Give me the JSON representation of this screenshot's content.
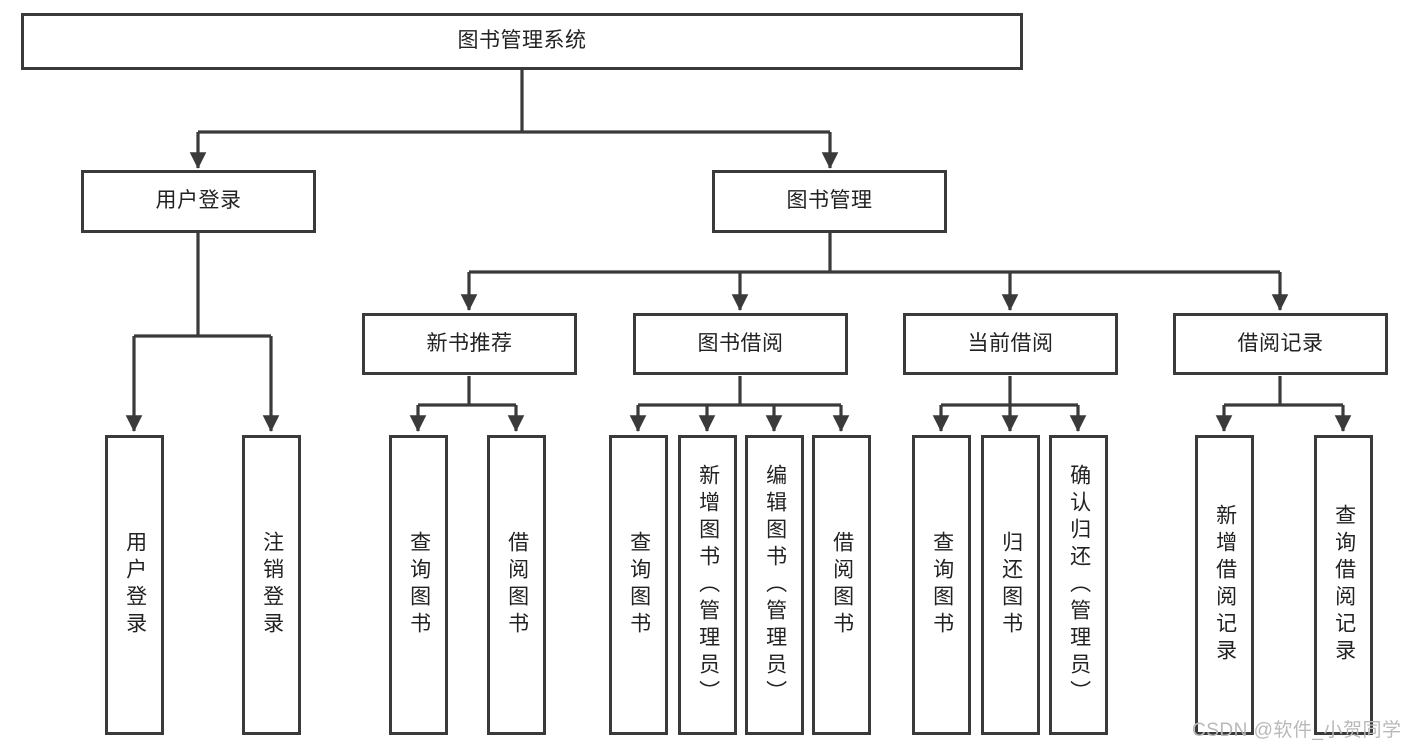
{
  "diagram": {
    "type": "tree",
    "title": "图书管理系统",
    "orientation": "top-down",
    "colors": {
      "box_border": "#3a3a3a",
      "box_fill": "#ffffff",
      "connector": "#3a3a3a",
      "text": "#222222",
      "watermark": "#b9b9b9",
      "background": "#ffffff"
    },
    "nodes": {
      "root": {
        "label": "图书管理系统",
        "level": 0
      },
      "user_login": {
        "label": "用户登录",
        "level": 1
      },
      "book_manage": {
        "label": "图书管理",
        "level": 1
      },
      "new_book_rec": {
        "label": "新书推荐",
        "level": 2
      },
      "book_borrow": {
        "label": "图书借阅",
        "level": 2
      },
      "current_borrow": {
        "label": "当前借阅",
        "level": 2
      },
      "borrow_record": {
        "label": "借阅记录",
        "level": 2
      },
      "leaf_user_login": {
        "label": "用户登录",
        "level": 2
      },
      "leaf_user_logout": {
        "label": "注销登录",
        "level": 2
      },
      "leaf_query_book_1": {
        "label": "查询图书",
        "level": 3
      },
      "leaf_borrow_book_1": {
        "label": "借阅图书",
        "level": 3
      },
      "leaf_query_book_2": {
        "label": "查询图书",
        "level": 3
      },
      "leaf_add_book": {
        "label": "新增图书（管理员）",
        "level": 3
      },
      "leaf_edit_book": {
        "label": "编辑图书（管理员）",
        "level": 3
      },
      "leaf_borrow_book_2": {
        "label": "借阅图书",
        "level": 3
      },
      "leaf_query_book_3": {
        "label": "查询图书",
        "level": 3
      },
      "leaf_return_book": {
        "label": "归还图书",
        "level": 3
      },
      "leaf_confirm_return": {
        "label": "确认归还（管理员）",
        "level": 3
      },
      "leaf_add_record": {
        "label": "新增借阅记录",
        "level": 3
      },
      "leaf_query_record": {
        "label": "查询借阅记录",
        "level": 3
      }
    },
    "edges": [
      {
        "from": "root",
        "to": "user_login"
      },
      {
        "from": "root",
        "to": "book_manage"
      },
      {
        "from": "user_login",
        "to": "leaf_user_login"
      },
      {
        "from": "user_login",
        "to": "leaf_user_logout"
      },
      {
        "from": "book_manage",
        "to": "new_book_rec"
      },
      {
        "from": "book_manage",
        "to": "book_borrow"
      },
      {
        "from": "book_manage",
        "to": "current_borrow"
      },
      {
        "from": "book_manage",
        "to": "borrow_record"
      },
      {
        "from": "new_book_rec",
        "to": "leaf_query_book_1"
      },
      {
        "from": "new_book_rec",
        "to": "leaf_borrow_book_1"
      },
      {
        "from": "book_borrow",
        "to": "leaf_query_book_2"
      },
      {
        "from": "book_borrow",
        "to": "leaf_add_book"
      },
      {
        "from": "book_borrow",
        "to": "leaf_edit_book"
      },
      {
        "from": "book_borrow",
        "to": "leaf_borrow_book_2"
      },
      {
        "from": "current_borrow",
        "to": "leaf_query_book_3"
      },
      {
        "from": "current_borrow",
        "to": "leaf_return_book"
      },
      {
        "from": "current_borrow",
        "to": "leaf_confirm_return"
      },
      {
        "from": "borrow_record",
        "to": "leaf_add_record"
      },
      {
        "from": "borrow_record",
        "to": "leaf_query_record"
      }
    ]
  },
  "watermark": {
    "text": "CSDN @软件_小贺同学"
  }
}
